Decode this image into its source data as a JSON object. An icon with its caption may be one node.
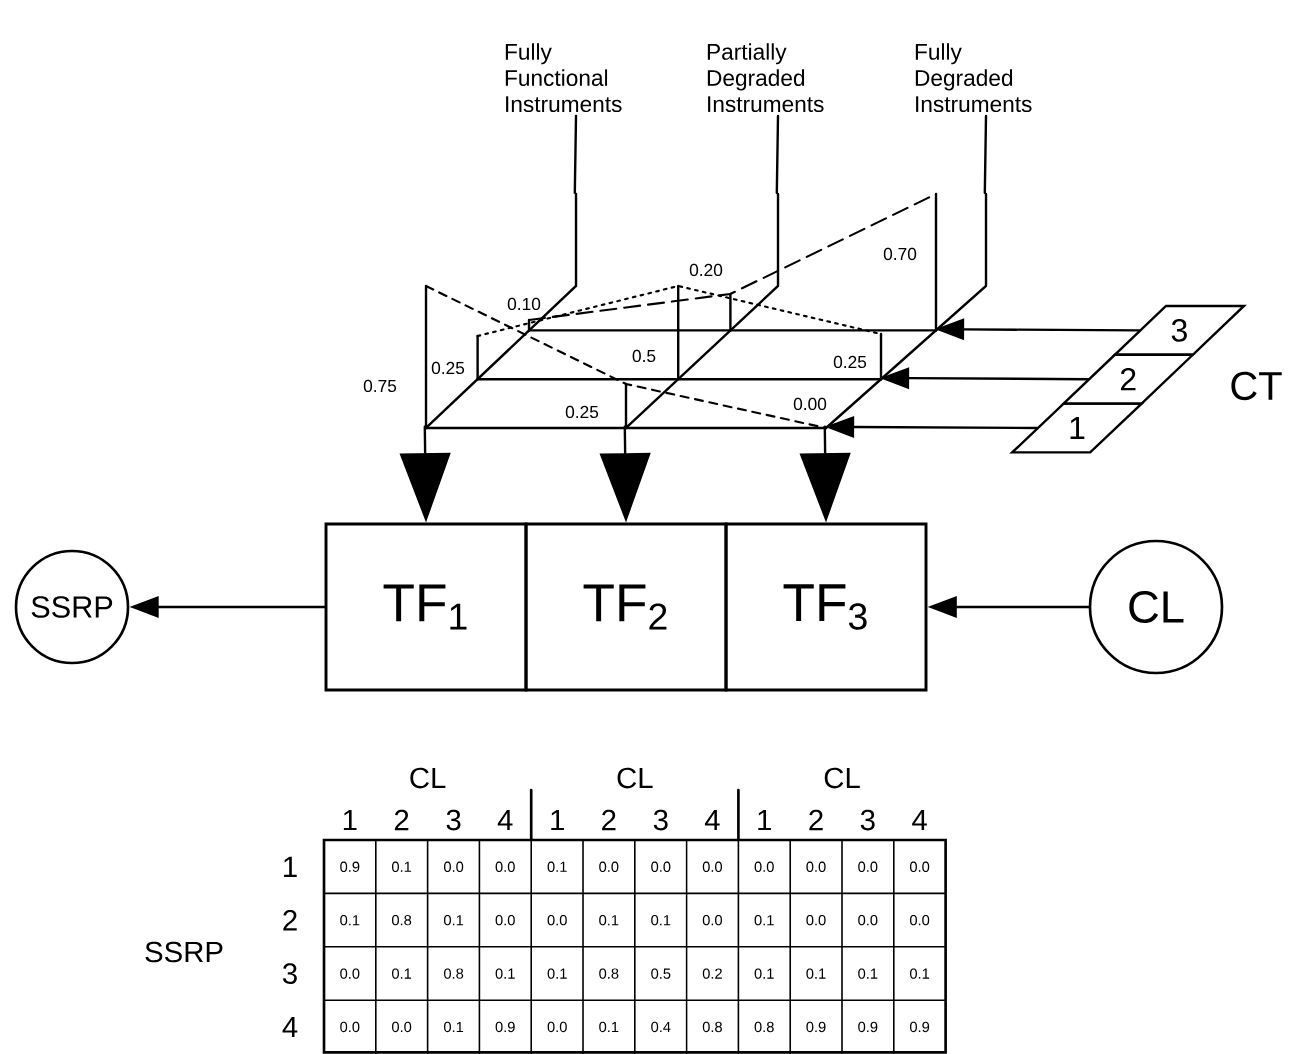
{
  "diagram": {
    "nodes": [
      {
        "text": [
          "Fully Functional Instruments"
        ]
      },
      {
        "text": [
          "Partially Degraded Instruments"
        ]
      },
      {
        "text": [
          "Fully Degraded Instruments"
        ]
      },
      {
        "text": [
          "TF$_{1}$"
        ]
      },
      {
        "text": [
          "TF$_{2}$"
        ]
      },
      {
        "text": [
          "TF$_{3}$"
        ]
      },
      {
        "text": [
          "SSRP"
        ]
      },
      {
        "text": [
          "CL"
        ]
      },
      {
        "text": [
          "3"
        ]
      },
      {
        "text": [
          "2"
        ]
      },
      {
        "text": [
          "1"
        ]
      },
      {
        "text": [],
        "shape": "picture"
      }
    ],
    "edges": [
      {
        "from": 0,
        "to": 11,
        "arrow": "none"
      },
      {
        "from": 1,
        "to": 11,
        "arrow": "none"
      },
      {
        "from": 2,
        "to": 11,
        "arrow": "none"
      },
      {
        "from": 11,
        "to": 3,
        "arrow": "to"
      },
      {
        "from": 11,
        "to": 4,
        "arrow": "to"
      },
      {
        "from": 11,
        "to": 5,
        "arrow": "to"
      },
      {
        "from": 3,
        "to": 6,
        "arrow": "to"
      },
      {
        "from": 7,
        "to": 5,
        "arrow": "to"
      },
      {
        "from": 8,
        "to": 11,
        "arrow": "to"
      },
      {
        "from": 9,
        "to": 11,
        "arrow": "to"
      },
      {
        "from": 10,
        "to": 11,
        "arrow": "to"
      }
    ],
    "labels": [
      "0.10",
      "0.20",
      "0.70",
      "0.75",
      "0.25",
      "0.5",
      "0.25",
      "0.25",
      "0.00",
      "CT",
      "CL",
      "CL",
      "CL",
      "1",
      "2",
      "3",
      "4",
      "1",
      "2",
      "3",
      "4",
      "1",
      "2",
      "3",
      "4",
      "SSRP",
      "1",
      "0.9",
      "0.1",
      "0.0",
      "0.0",
      "0.1",
      "0.0",
      "0.0",
      "0.0",
      "0.0",
      "0.0",
      "0.0",
      "0.0",
      "2",
      "0.1",
      "0.8",
      "0.1",
      "0.0",
      "0.0",
      "0.1",
      "0.1",
      "0.0",
      "0.1",
      "0.0",
      "0.0",
      "0.0",
      "3",
      "0.0",
      "0.1",
      "0.8",
      "0.1",
      "0.1",
      "0.8",
      "0.5",
      "0.2",
      "0.1",
      "0.1",
      "0.1",
      "0.1",
      "4",
      "0.0",
      "0.0",
      "0.1",
      "0.9",
      "0.0",
      "0.1",
      "0.4",
      "0.8",
      "0.8",
      "0.9",
      "0.9",
      "0.9"
    ]
  }
}
